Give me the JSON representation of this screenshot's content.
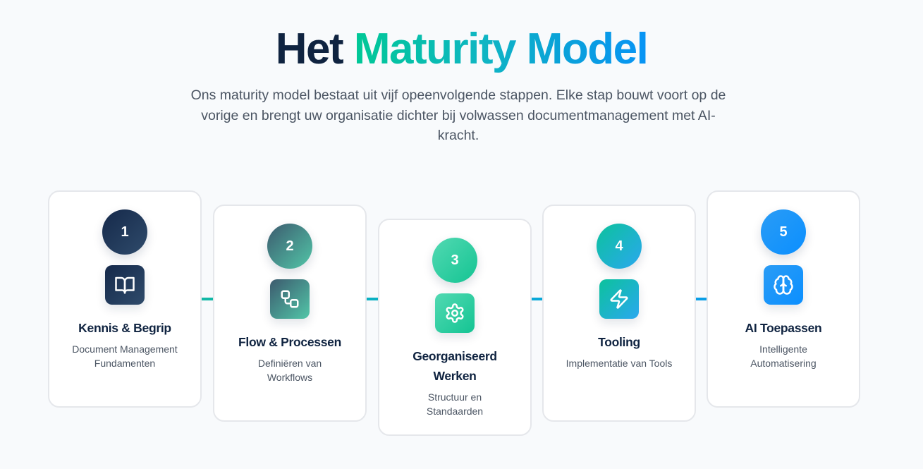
{
  "header": {
    "title_part1": "Het",
    "title_part2": "Maturity Model",
    "subtitle": "Ons maturity model bestaat uit vijf opeenvolgende stappen. Elke stap bouwt voort op de vorige en brengt uw organisatie dichter bij volwassen documentmanagement met AI-kracht."
  },
  "colors": {
    "title_dark": "#0f2340",
    "gradient_start": "#00c896",
    "gradient_end": "#0894f5",
    "connector_1": "#12b8a6",
    "connector_2": "#0ab0c2",
    "connector_3": "#0aa8d8",
    "connector_4": "#0a9ee6"
  },
  "steps": [
    {
      "number": "1",
      "icon": "book-open-icon",
      "title": "Kennis & Begrip",
      "description": "Document Management Fundamenten"
    },
    {
      "number": "2",
      "icon": "workflow-icon",
      "title": "Flow & Processen",
      "description": "Definiëren van Workflows"
    },
    {
      "number": "3",
      "icon": "gear-icon",
      "title": "Georganiseerd Werken",
      "description": "Structuur en Standaarden"
    },
    {
      "number": "4",
      "icon": "lightning-icon",
      "title": "Tooling",
      "description": "Implementatie van Tools"
    },
    {
      "number": "5",
      "icon": "brain-icon",
      "title": "AI Toepassen",
      "description": "Intelligente Automatisering"
    }
  ]
}
